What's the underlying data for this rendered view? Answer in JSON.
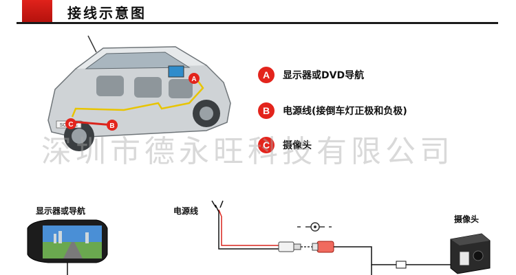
{
  "header": {
    "title": "接线示意图"
  },
  "legend": {
    "items": [
      {
        "badge": "A",
        "label": "显示器或DVD导航"
      },
      {
        "badge": "B",
        "label": "电源线(接倒车灯正极和负极)"
      },
      {
        "badge": "C",
        "label": "摄像头"
      }
    ]
  },
  "car": {
    "marker_a": "A",
    "marker_b": "B",
    "marker_c": "C",
    "plate_text": "SCENIC"
  },
  "watermark": "深圳市德永旺科技有限公司",
  "wiring": {
    "monitor_label": "显示器或导航",
    "power_label": "电源线",
    "camera_label": "摄像头"
  },
  "colors": {
    "accent_red": "#e3241c",
    "wire_yellow": "#e8c400",
    "power_red": "#d9241c"
  }
}
